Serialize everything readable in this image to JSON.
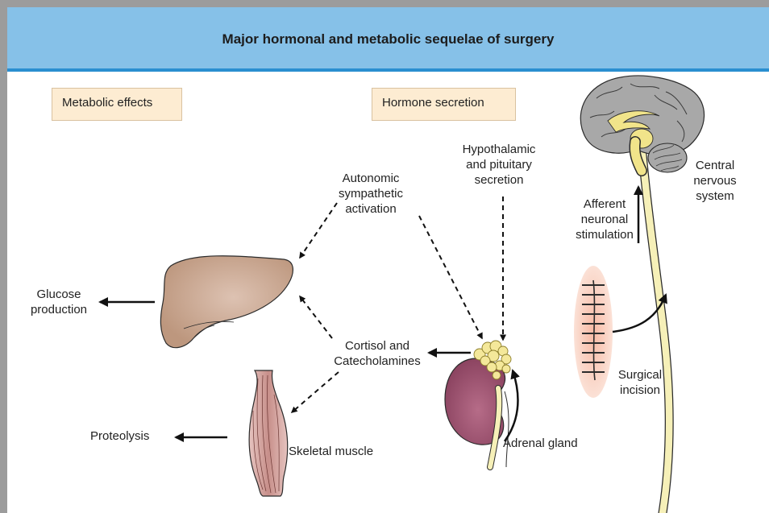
{
  "title": "Major hormonal and metabolic sequelae of surgery",
  "sections": {
    "metabolic": "Metabolic effects",
    "hormone": "Hormone secretion"
  },
  "labels": {
    "autonomic": [
      "Autonomic",
      "sympathetic",
      "activation"
    ],
    "hypothalamic": [
      "Hypothalamic",
      "and pituitary",
      "secretion"
    ],
    "afferent": [
      "Afferent",
      "neuronal",
      "stimulation"
    ],
    "cns": [
      "Central",
      "nervous",
      "system"
    ],
    "glucose": [
      "Glucose",
      "production"
    ],
    "cortisol": [
      "Cortisol and",
      "Catecholamines"
    ],
    "surgical": [
      "Surgical",
      "incision"
    ],
    "proteolysis": "Proteolysis",
    "skeletal": "Skeletal muscle",
    "adrenal": "Adrenal gland"
  },
  "colors": {
    "header_bg": "#86c1e8",
    "header_rule": "#2a8fd0",
    "section_bg": "#fdecd2",
    "liver": "#c9a48c",
    "kidney": "#9a4f6c",
    "adrenal": "#f4e89a",
    "spinal_cord": "#f6f0b8",
    "brain": "#a8a8a8",
    "muscle": "#cd9e9a",
    "incision": "#f6c3b1"
  }
}
